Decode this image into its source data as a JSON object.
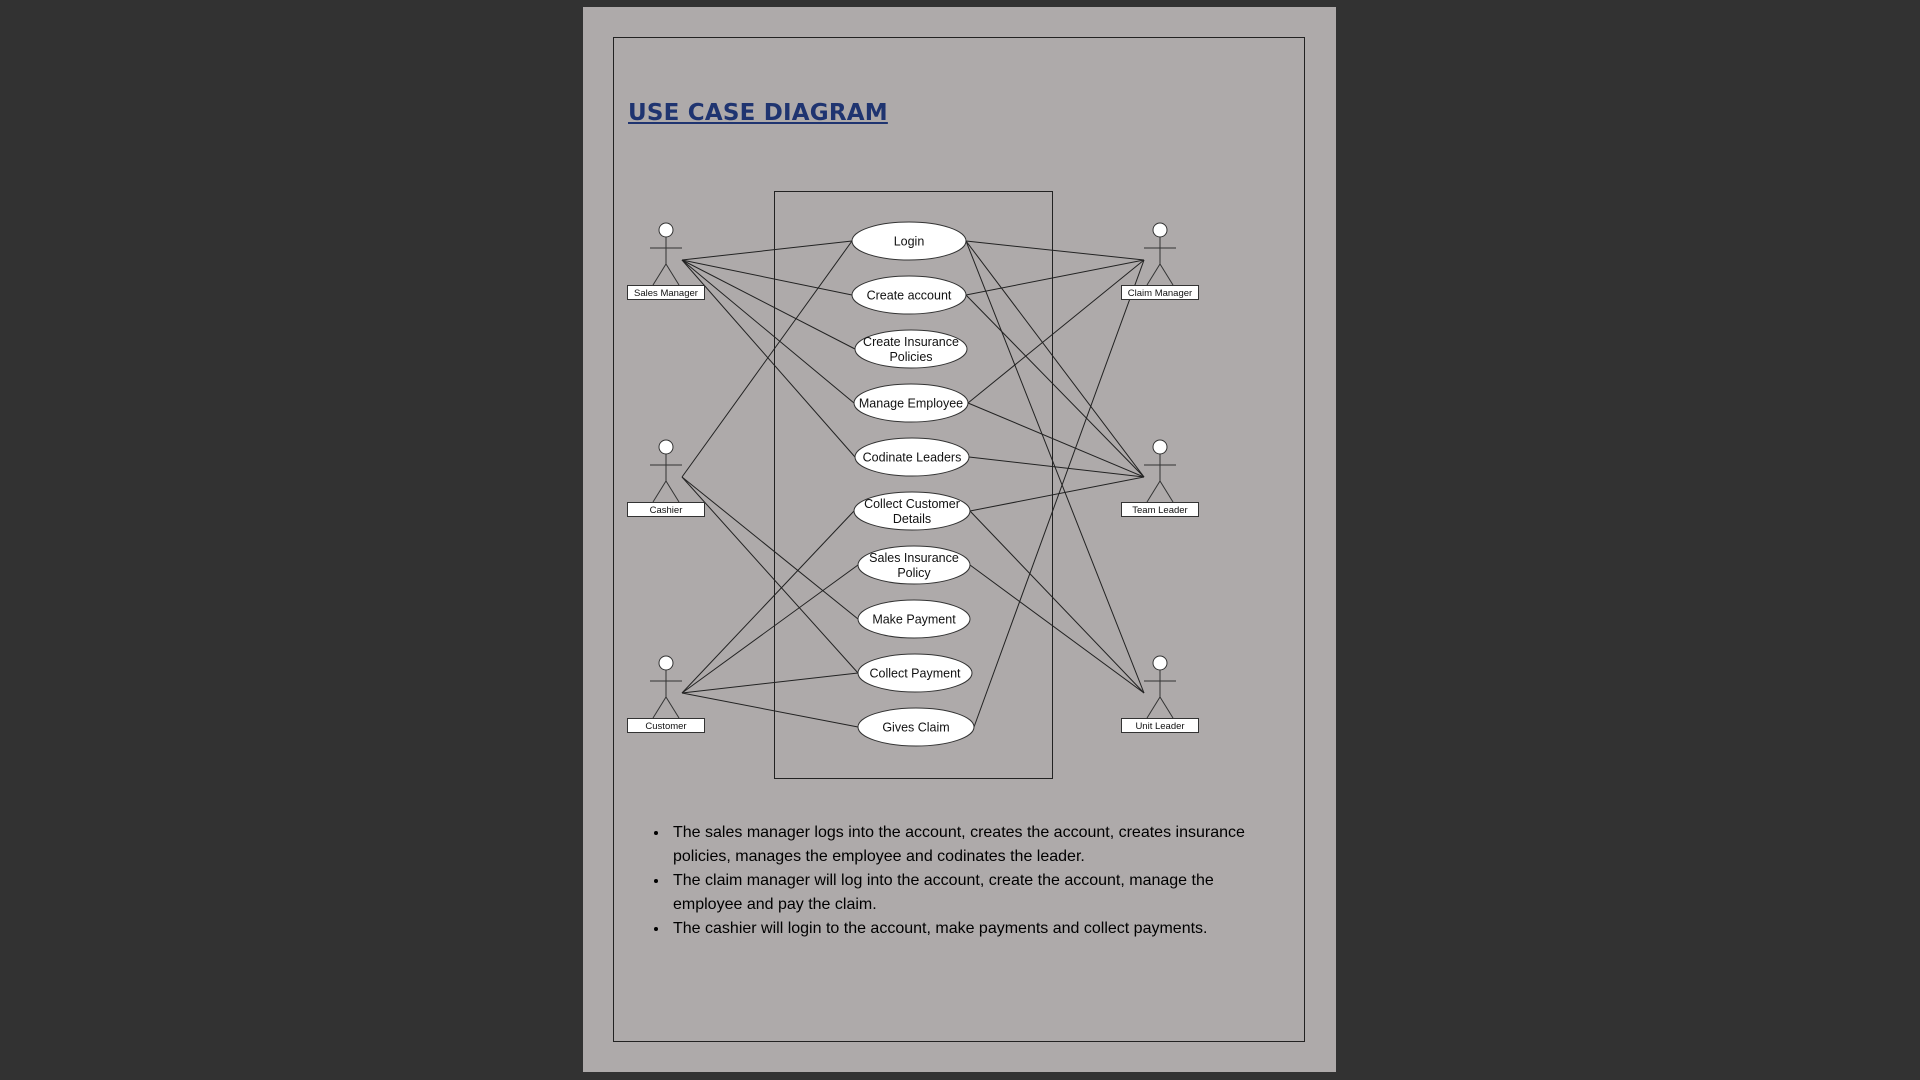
{
  "document": {
    "title": "USE CASE DIAGRAM",
    "diagram": {
      "actors": [
        {
          "id": "sales_manager",
          "label": "Sales Manager"
        },
        {
          "id": "cashier",
          "label": "Cashier"
        },
        {
          "id": "customer",
          "label": "Customer"
        },
        {
          "id": "claim_manager",
          "label": "Claim Manager"
        },
        {
          "id": "team_leader",
          "label": "Team Leader"
        },
        {
          "id": "unit_leader",
          "label": "Unit Leader"
        }
      ],
      "use_cases": [
        {
          "id": "login",
          "lines": [
            "Login"
          ]
        },
        {
          "id": "create_account",
          "lines": [
            "Create account"
          ]
        },
        {
          "id": "create_policies",
          "lines": [
            "Create Insurance",
            "Policies"
          ]
        },
        {
          "id": "manage_employee",
          "lines": [
            "Manage Employee"
          ]
        },
        {
          "id": "coordinate_leaders",
          "lines": [
            "Codinate Leaders"
          ]
        },
        {
          "id": "collect_details",
          "lines": [
            "Collect Customer",
            "Details"
          ]
        },
        {
          "id": "sales_policy",
          "lines": [
            "Sales Insurance",
            "Policy"
          ]
        },
        {
          "id": "make_payment",
          "lines": [
            "Make Payment"
          ]
        },
        {
          "id": "collect_payment",
          "lines": [
            "Collect Payment"
          ]
        },
        {
          "id": "gives_claim",
          "lines": [
            "Gives Claim"
          ]
        }
      ],
      "associations": [
        [
          "sales_manager",
          "login"
        ],
        [
          "sales_manager",
          "create_account"
        ],
        [
          "sales_manager",
          "create_policies"
        ],
        [
          "sales_manager",
          "manage_employee"
        ],
        [
          "sales_manager",
          "coordinate_leaders"
        ],
        [
          "cashier",
          "login"
        ],
        [
          "cashier",
          "make_payment"
        ],
        [
          "cashier",
          "collect_payment"
        ],
        [
          "customer",
          "collect_details"
        ],
        [
          "customer",
          "sales_policy"
        ],
        [
          "customer",
          "collect_payment"
        ],
        [
          "customer",
          "gives_claim"
        ],
        [
          "claim_manager",
          "login"
        ],
        [
          "claim_manager",
          "create_account"
        ],
        [
          "claim_manager",
          "manage_employee"
        ],
        [
          "claim_manager",
          "gives_claim"
        ],
        [
          "team_leader",
          "login"
        ],
        [
          "team_leader",
          "create_account"
        ],
        [
          "team_leader",
          "manage_employee"
        ],
        [
          "team_leader",
          "coordinate_leaders"
        ],
        [
          "team_leader",
          "collect_details"
        ],
        [
          "unit_leader",
          "login"
        ],
        [
          "unit_leader",
          "collect_details"
        ],
        [
          "unit_leader",
          "sales_policy"
        ]
      ]
    },
    "notes": [
      "The sales manager logs into the account, creates the account, creates insurance policies, manages the employee and codinates the leader.",
      "The claim manager will log into the account, create the account, manage the employee and pay the claim.",
      "The cashier will login to the account, make payments and collect payments."
    ]
  }
}
